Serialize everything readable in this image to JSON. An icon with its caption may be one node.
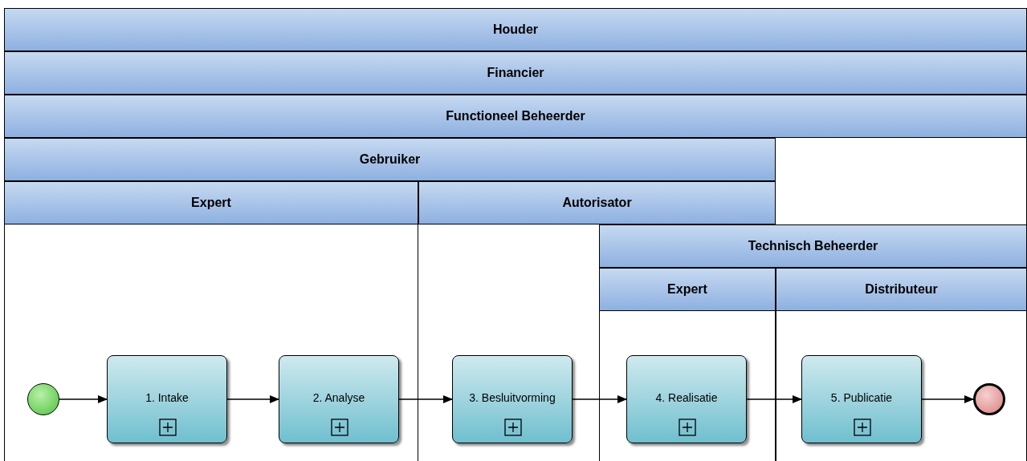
{
  "diagram": {
    "nodes": [
      {
        "text": [
          "Houder"
        ]
      },
      {
        "text": [
          "Financier"
        ],
        "in": 0
      },
      {
        "text": [
          "Functioneel Beheerder"
        ],
        "in": 1
      },
      {
        "text": [
          "Gebruiker"
        ],
        "in": 2
      },
      {
        "text": [
          "Expert"
        ],
        "in": 2
      },
      {
        "text": [
          "Autorisator"
        ],
        "in": 2
      },
      {
        "text": [
          "Technisch Beheerder"
        ],
        "in": 2
      },
      {
        "text": [
          "Expert"
        ],
        "in": 6
      },
      {
        "text": [
          "Distributeur"
        ],
        "in": 6
      },
      {
        "text": [],
        "shape": "circle",
        "in": 4
      },
      {
        "text": [
          "1. Intake"
        ],
        "in": 4
      },
      {
        "text": [
          "2. Analyse"
        ],
        "in": 4
      },
      {
        "text": [
          "3. Besluitvorming"
        ],
        "in": 2
      },
      {
        "text": [
          "4. Realisatie"
        ],
        "in": 7
      },
      {
        "text": [
          "5. Publicatie"
        ],
        "in": 8
      },
      {
        "text": [],
        "shape": "circle",
        "in": 8
      }
    ],
    "edges": [
      {
        "from": 9,
        "to": 10,
        "arrow": "to"
      },
      {
        "from": 10,
        "to": 11,
        "arrow": "to"
      },
      {
        "from": 11,
        "to": 12,
        "arrow": "to"
      },
      {
        "from": 12,
        "to": 13,
        "arrow": "to"
      },
      {
        "from": 13,
        "to": 14,
        "arrow": "to"
      },
      {
        "from": 14,
        "to": 15,
        "arrow": "to"
      }
    ]
  }
}
